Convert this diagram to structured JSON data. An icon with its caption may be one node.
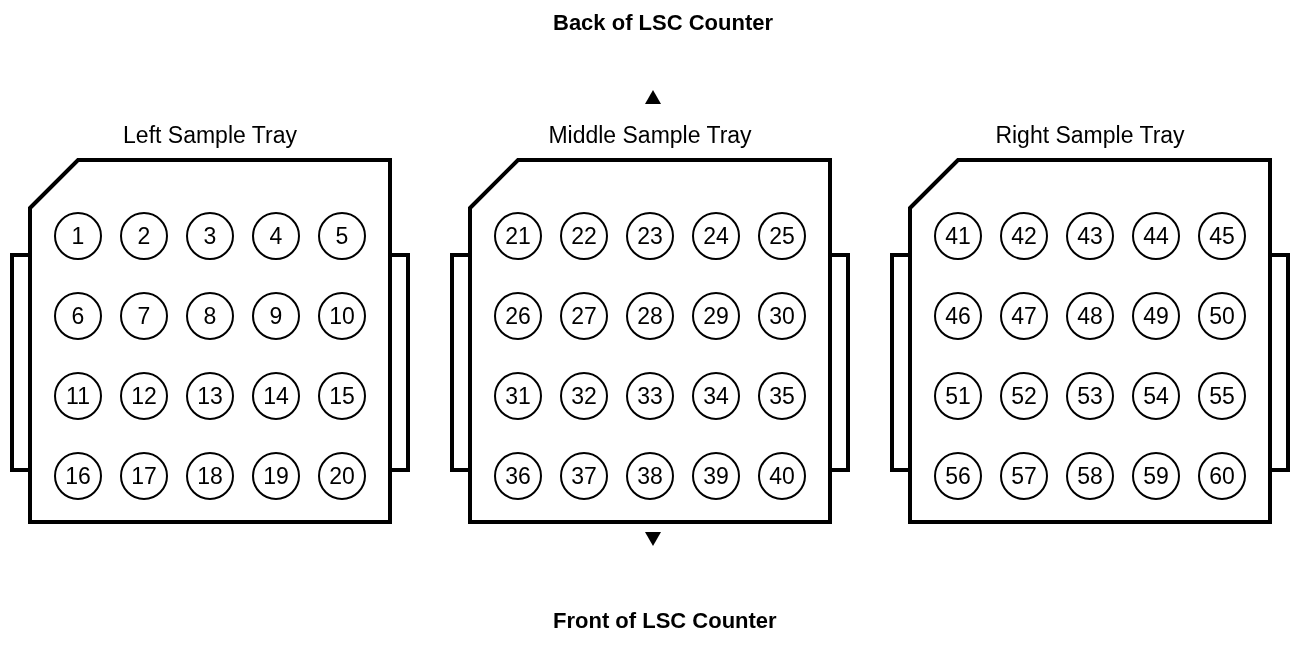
{
  "diagram": {
    "nodes": [
      {
        "text": [
          "Left Sample Tray"
        ]
      },
      {
        "text": [
          "1"
        ],
        "in": 0
      },
      {
        "text": [
          "2"
        ],
        "in": 0
      },
      {
        "text": [
          "3"
        ],
        "in": 0
      },
      {
        "text": [
          "4"
        ],
        "in": 0
      },
      {
        "text": [
          "5"
        ],
        "in": 0
      },
      {
        "text": [
          "6"
        ],
        "in": 0
      },
      {
        "text": [
          "7"
        ],
        "in": 0
      },
      {
        "text": [
          "8"
        ],
        "in": 0
      },
      {
        "text": [
          "9"
        ],
        "in": 0
      },
      {
        "text": [
          "10"
        ],
        "in": 0
      },
      {
        "text": [
          "11"
        ],
        "in": 0
      },
      {
        "text": [
          "12"
        ],
        "in": 0
      },
      {
        "text": [
          "13"
        ],
        "in": 0
      },
      {
        "text": [
          "14"
        ],
        "in": 0
      },
      {
        "text": [
          "15"
        ],
        "in": 0
      },
      {
        "text": [
          "16"
        ],
        "in": 0
      },
      {
        "text": [
          "17"
        ],
        "in": 0
      },
      {
        "text": [
          "18"
        ],
        "in": 0
      },
      {
        "text": [
          "19"
        ],
        "in": 0
      },
      {
        "text": [
          "20"
        ],
        "in": 0
      },
      {
        "text": [
          "Middle Sample Tray"
        ]
      },
      {
        "text": [
          "21"
        ],
        "in": 21
      },
      {
        "text": [
          "22"
        ],
        "in": 21
      },
      {
        "text": [
          "23"
        ],
        "in": 21
      },
      {
        "text": [
          "24"
        ],
        "in": 21
      },
      {
        "text": [
          "25"
        ],
        "in": 21
      },
      {
        "text": [
          "26"
        ],
        "in": 21
      },
      {
        "text": [
          "27"
        ],
        "in": 21
      },
      {
        "text": [
          "28"
        ],
        "in": 21
      },
      {
        "text": [
          "29"
        ],
        "in": 21
      },
      {
        "text": [
          "30"
        ],
        "in": 21
      },
      {
        "text": [
          "31"
        ],
        "in": 21
      },
      {
        "text": [
          "32"
        ],
        "in": 21
      },
      {
        "text": [
          "33"
        ],
        "in": 21
      },
      {
        "text": [
          "34"
        ],
        "in": 21
      },
      {
        "text": [
          "35"
        ],
        "in": 21
      },
      {
        "text": [
          "36"
        ],
        "in": 21
      },
      {
        "text": [
          "37"
        ],
        "in": 21
      },
      {
        "text": [
          "38"
        ],
        "in": 21
      },
      {
        "text": [
          "39"
        ],
        "in": 21
      },
      {
        "text": [
          "40"
        ],
        "in": 21
      },
      {
        "text": [
          "Right Sample Tray"
        ]
      },
      {
        "text": [
          "41"
        ],
        "in": 42
      },
      {
        "text": [
          "42"
        ],
        "in": 42
      },
      {
        "text": [
          "43"
        ],
        "in": 42
      },
      {
        "text": [
          "44"
        ],
        "in": 42
      },
      {
        "text": [
          "45"
        ],
        "in": 42
      },
      {
        "text": [
          "46"
        ],
        "in": 42
      },
      {
        "text": [
          "47"
        ],
        "in": 42
      },
      {
        "text": [
          "48"
        ],
        "in": 42
      },
      {
        "text": [
          "49"
        ],
        "in": 42
      },
      {
        "text": [
          "50"
        ],
        "in": 42
      },
      {
        "text": [
          "51"
        ],
        "in": 42
      },
      {
        "text": [
          "52"
        ],
        "in": 42
      },
      {
        "text": [
          "53"
        ],
        "in": 42
      },
      {
        "text": [
          "54"
        ],
        "in": 42
      },
      {
        "text": [
          "55"
        ],
        "in": 42
      },
      {
        "text": [
          "56"
        ],
        "in": 42
      },
      {
        "text": [
          "57"
        ],
        "in": 42
      },
      {
        "text": [
          "58"
        ],
        "in": 42
      },
      {
        "text": [
          "59"
        ],
        "in": 42
      },
      {
        "text": [
          "60"
        ],
        "in": 42
      }
    ],
    "labels": [
      "Back of LSC Counter",
      "Front of LSC Counter"
    ]
  }
}
